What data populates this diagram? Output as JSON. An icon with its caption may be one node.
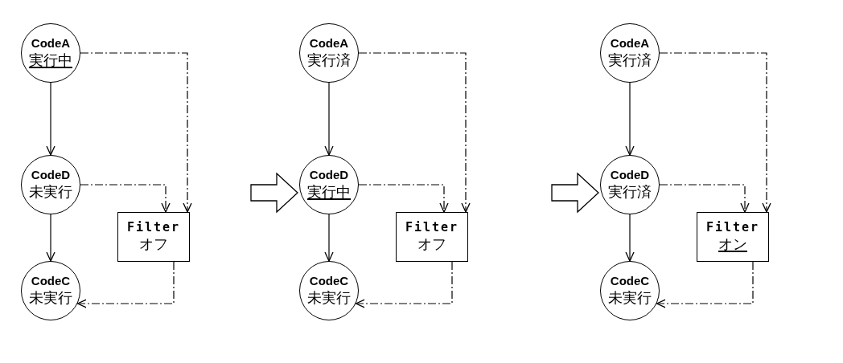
{
  "diagram": {
    "nodes": [
      {
        "text": [
          "CodeA",
          "実行中"
        ]
      },
      {
        "text": [
          "CodeD",
          "未実行"
        ]
      },
      {
        "text": [
          "Filter",
          "オフ"
        ]
      },
      {
        "text": [
          "CodeC",
          "未実行"
        ]
      },
      {
        "text": [
          "CodeA",
          "実行済"
        ]
      },
      {
        "text": [
          "CodeD",
          "実行中"
        ]
      },
      {
        "text": [
          "Filter",
          "オフ"
        ]
      },
      {
        "text": [
          "CodeC",
          "未実行"
        ]
      },
      {
        "text": [
          "CodeA",
          "実行済"
        ]
      },
      {
        "text": [
          "CodeD",
          "実行済"
        ]
      },
      {
        "text": [
          "Filter",
          "オン"
        ]
      },
      {
        "text": [
          "CodeC",
          "未実行"
        ]
      }
    ],
    "edges": [
      {
        "from": 0,
        "to": 1,
        "arrow": "to"
      },
      {
        "from": 1,
        "to": 3,
        "arrow": "to"
      },
      {
        "from": 0,
        "to": 2,
        "arrow": "to",
        "style": "dashed"
      },
      {
        "from": 1,
        "to": 2,
        "arrow": "to",
        "style": "dashed"
      },
      {
        "from": 2,
        "to": 3,
        "arrow": "to",
        "style": "dashed"
      },
      {
        "from": 4,
        "to": 5,
        "arrow": "to"
      },
      {
        "from": 5,
        "to": 7,
        "arrow": "to"
      },
      {
        "from": 4,
        "to": 6,
        "arrow": "to",
        "style": "dashed"
      },
      {
        "from": 5,
        "to": 6,
        "arrow": "to",
        "style": "dashed"
      },
      {
        "from": 6,
        "to": 7,
        "arrow": "to",
        "style": "dashed"
      },
      {
        "from": 8,
        "to": 9,
        "arrow": "to"
      },
      {
        "from": 9,
        "to": 11,
        "arrow": "to"
      },
      {
        "from": 8,
        "to": 10,
        "arrow": "to",
        "style": "dashed"
      },
      {
        "from": 9,
        "to": 10,
        "arrow": "to",
        "style": "dashed"
      },
      {
        "from": 10,
        "to": 11,
        "arrow": "to",
        "style": "dashed"
      }
    ]
  }
}
